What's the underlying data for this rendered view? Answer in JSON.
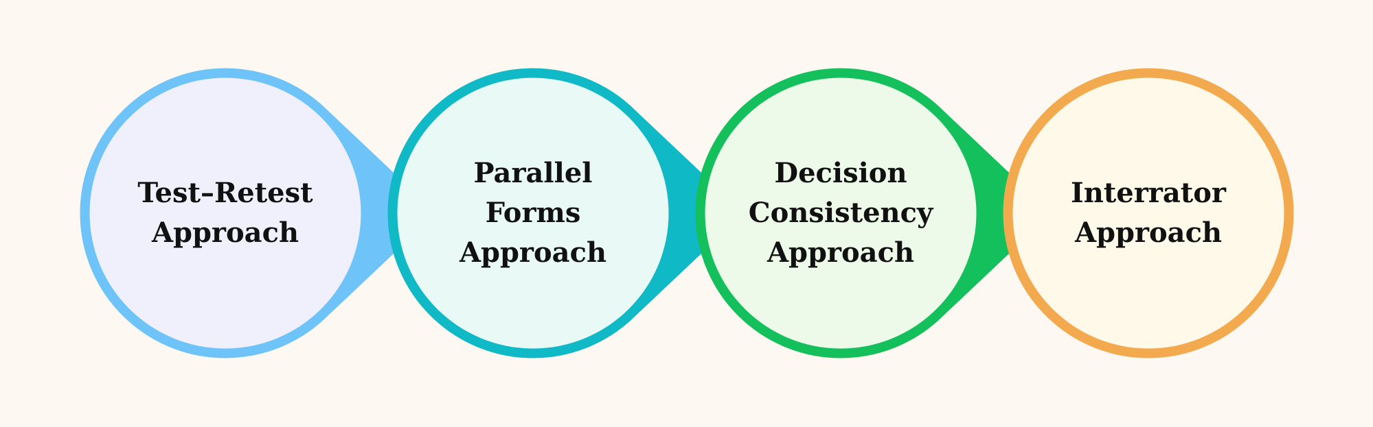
{
  "steps": [
    {
      "label": "Test–Retest\nApproach",
      "stroke": "#6ec3f8",
      "fill": "#eff0fc"
    },
    {
      "label": "Parallel Forms\nApproach",
      "stroke": "#10b9c6",
      "fill": "#e9f9f6"
    },
    {
      "label": "Decision\nConsistency\nApproach",
      "stroke": "#14c05c",
      "fill": "#eefae9"
    },
    {
      "label": "Interrator\nApproach",
      "stroke": "#f3aa4e",
      "fill": "#fff9ea"
    }
  ]
}
